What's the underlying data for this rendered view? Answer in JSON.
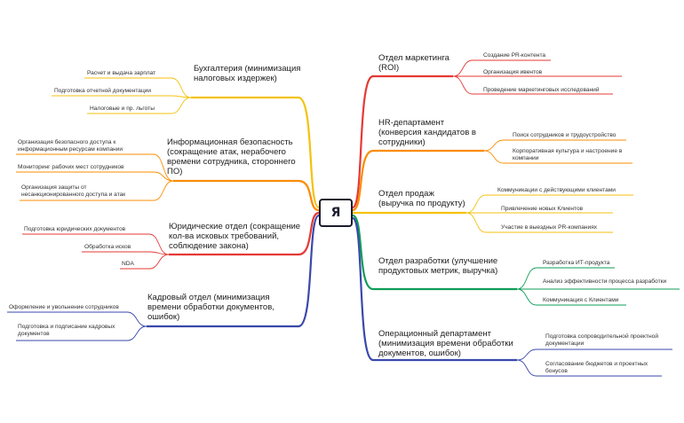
{
  "center": "Я",
  "branches": {
    "marketing": {
      "title": "Отдел маркетинга (ROI)",
      "color": "#e53935",
      "leaves": [
        "Создание PR-контента",
        "Организация ивентов",
        "Проведение маркетинговых исследований"
      ]
    },
    "hr": {
      "title": "HR-департамент (конверсия кандидатов в сотрудники)",
      "color": "#fb8c00",
      "leaves": [
        "Поиск сотрудников и трудоустройство",
        "Корпоративная культура и настроение в компании"
      ]
    },
    "sales": {
      "title": "Отдел продаж (выручка по продукту)",
      "color": "#f4c20d",
      "leaves": [
        "Коммуникации с действующими клиентами",
        "Привлечение новых Клиентов",
        "Участие в выездных PR-компаниях"
      ]
    },
    "dev": {
      "title": "Отдел разработки (улучшение продуктовых метрик, выручка)",
      "color": "#0f9d58",
      "leaves": [
        "Разработка ИТ-продукта",
        "Анализ эффективности процесса разработки",
        "Коммуникация с Клиентами"
      ]
    },
    "ops": {
      "title": "Операционный департамент (минимизация времени обработки документов, ошибок)",
      "color": "#3949ab",
      "leaves": [
        "Подготовка сопроводительной проектной документации",
        "Согласование бюджетов и проектных бонусов"
      ]
    },
    "accounting": {
      "title": "Бухгалтерия (минимизация налоговых издержек)",
      "color": "#f4c20d",
      "leaves": [
        "Расчет и выдача зарплат",
        "Подготовка отчетной документации",
        "Налоговые и пр. льготы"
      ]
    },
    "security": {
      "title": "Информационная безопасность (сокращение атак, нерабочего времени сотрудника, стороннего ПО)",
      "color": "#fb8c00",
      "leaves": [
        "Организация безопасного доступа к информационным ресурсам компании",
        "Мониторинг рабочих мест сотрудников",
        "Организация защиты от несанкционированного доступа и атак"
      ]
    },
    "legal": {
      "title": "Юридические отдел (сокращение кол-ва исковых требований, соблюдение закона)",
      "color": "#e53935",
      "leaves": [
        "Подготовка юридических документов",
        "Обработка исков",
        "NDA"
      ]
    },
    "personnel": {
      "title": "Кадровый отдел (минимизация времени обработки документов, ошибок)",
      "color": "#3949ab",
      "leaves": [
        "Оформление и увольнение сотрудников",
        "Подготовка и подписание кадровых документов"
      ]
    }
  }
}
